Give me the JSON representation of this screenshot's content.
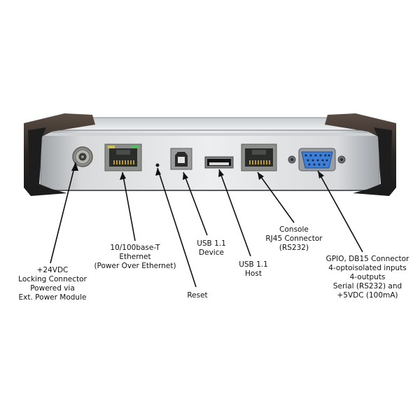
{
  "labels": {
    "power": [
      "+24VDC",
      "Locking Connector",
      "Powered via",
      "Ext. Power Module"
    ],
    "ethernet": [
      "10/100base-T",
      "Ethernet",
      "(Power Over Ethernet)"
    ],
    "reset": [
      "Reset"
    ],
    "usb_device": [
      "USB 1.1",
      "Device"
    ],
    "usb_host": [
      "USB 1.1",
      "Host"
    ],
    "console": [
      "Console",
      "RJ45 Connector",
      "(RS232)"
    ],
    "gpio": [
      "GPIO, DB15 Connector",
      "4-optoisolated inputs",
      "4-outputs",
      "Serial (RS232) and",
      "+5VDC (100mA)"
    ]
  },
  "colors": {
    "chassis_light": "#e4e6e8",
    "chassis_dark": "#8d9196",
    "bracket": "#2b2b2b",
    "db15": "#3d7fd6",
    "rj45_body": "#a8aaa8",
    "line": "#111111"
  }
}
